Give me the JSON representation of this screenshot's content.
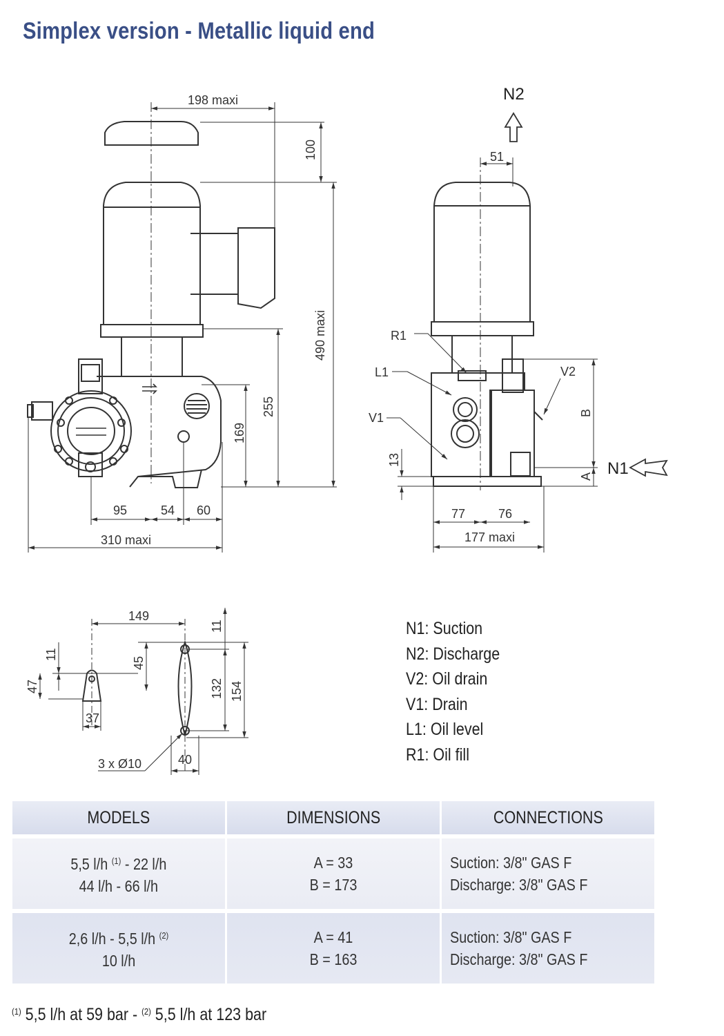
{
  "title": "Simplex version - Metallic liquid end",
  "dims": {
    "front_width_top": "198 maxi",
    "front_cap": "100",
    "front_height": "490 maxi",
    "front_h255": "255",
    "front_h169": "169",
    "front_w95": "95",
    "front_w54": "54",
    "front_w60": "60",
    "front_width": "310 maxi",
    "side_n2": "N2",
    "side_51": "51",
    "side_r1": "R1",
    "side_l1": "L1",
    "side_v1": "V1",
    "side_v2": "V2",
    "side_b": "B",
    "side_a": "A",
    "side_13": "13",
    "side_n1": "N1",
    "side_77": "77",
    "side_76": "76",
    "side_width": "177 maxi",
    "foot_149": "149",
    "foot_11a": "11",
    "foot_11b": "11",
    "foot_45": "45",
    "foot_47": "47",
    "foot_37": "37",
    "foot_132": "132",
    "foot_154": "154",
    "foot_holes": "3 x Ø10",
    "foot_40": "40"
  },
  "legend": [
    "N1: Suction",
    "N2: Discharge",
    "V2: Oil drain",
    "V1: Drain",
    "L1: Oil level",
    "R1: Oil fill"
  ],
  "table": {
    "headers": [
      "MODELS",
      "DIMENSIONS",
      "CONNECTIONS"
    ],
    "rows": [
      {
        "models_line1_a": "5,5 l/h ",
        "models_line1_sup": "(1)",
        "models_line1_b": " - 22 l/h",
        "models_line2": "44 l/h - 66 l/h",
        "dim_a": "A  =  33",
        "dim_b": "B  =  173",
        "suction": "Suction: 3/8\" GAS F",
        "discharge": "Discharge: 3/8\" GAS F"
      },
      {
        "models_line1_a": "2,6 l/h - 5,5 l/h ",
        "models_line1_sup": "(2)",
        "models_line1_b": "",
        "models_line2": "10 l/h",
        "dim_a": "A  =  41",
        "dim_b": "B  =  163",
        "suction": "Suction: 3/8\" GAS F",
        "discharge": "Discharge: 3/8\" GAS F"
      }
    ]
  },
  "footnote": {
    "sup1": "(1)",
    "text1": " 5,5 l/h at 59 bar - ",
    "sup2": "(2)",
    "text2": " 5,5 l/h at 123 bar"
  }
}
